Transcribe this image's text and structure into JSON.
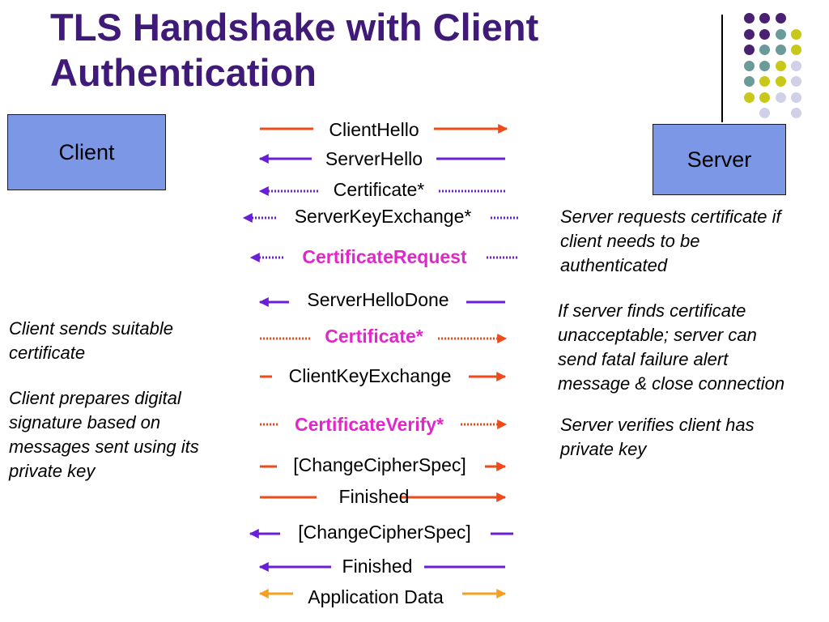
{
  "title": {
    "line1": "TLS Handshake with  Client",
    "line2": "Authentication"
  },
  "colors": {
    "title": "#3f1a78",
    "orange": "#f04a18",
    "purple": "#6a1ed8",
    "amber": "#f5a020",
    "highlight": "#e028c8",
    "box": "#7b97e6"
  },
  "parties": {
    "client": "Client",
    "server": "Server"
  },
  "messages": [
    {
      "label": "ClientHello",
      "direction": "right",
      "style": "solid",
      "color": "orange"
    },
    {
      "label": "ServerHello",
      "direction": "left",
      "style": "solid",
      "color": "purple"
    },
    {
      "label": "Certificate*",
      "direction": "left",
      "style": "dotted",
      "color": "purple"
    },
    {
      "label": "ServerKeyExchange*",
      "direction": "left",
      "style": "dotted",
      "color": "purple"
    },
    {
      "label": "CertificateRequest",
      "direction": "left",
      "style": "dotted",
      "color": "purple",
      "highlight": true
    },
    {
      "label": "ServerHelloDone",
      "direction": "left",
      "style": "solid",
      "color": "purple"
    },
    {
      "label": "Certificate*",
      "direction": "right",
      "style": "dotted",
      "color": "orange",
      "highlight": true
    },
    {
      "label": "ClientKeyExchange",
      "direction": "right",
      "style": "solid",
      "color": "orange"
    },
    {
      "label": "CertificateVerify*",
      "direction": "right",
      "style": "dotted",
      "color": "orange",
      "highlight": true
    },
    {
      "label": "[ChangeCipherSpec]",
      "direction": "right",
      "style": "solid",
      "color": "orange"
    },
    {
      "label": "Finished",
      "direction": "right",
      "style": "solid",
      "color": "orange"
    },
    {
      "label": "[ChangeCipherSpec]",
      "direction": "left",
      "style": "solid",
      "color": "purple"
    },
    {
      "label": "Finished",
      "direction": "left",
      "style": "solid",
      "color": "purple"
    },
    {
      "label": "Application Data",
      "direction": "both",
      "style": "solid",
      "color": "amber"
    }
  ],
  "notes": {
    "client_certificate": [
      "Client sends suitable",
      "certificate"
    ],
    "client_signature": [
      "Client prepares digital",
      "signature based on",
      "messages sent using its",
      "private key"
    ],
    "server_request": [
      "Server requests certificate if",
      "client needs to be",
      "authenticated"
    ],
    "server_unacceptable": [
      "If server finds certificate",
      "unacceptable;  server can",
      "send fatal failure alert",
      "message & close connection"
    ],
    "server_verifies": [
      "Server verifies client has",
      "private key"
    ]
  }
}
